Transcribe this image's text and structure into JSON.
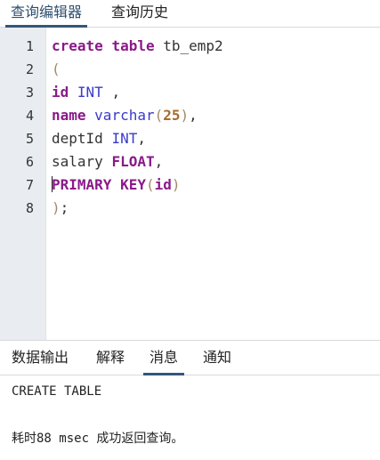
{
  "top_tabs": {
    "query_editor": "查询编辑器",
    "query_history": "查询历史"
  },
  "editor": {
    "line_numbers": [
      "1",
      "2",
      "3",
      "4",
      "5",
      "6",
      "7",
      "8"
    ],
    "lines": {
      "l1": {
        "kw1": "create",
        "sp1": " ",
        "kw2": "table",
        "rest": " tb_emp2"
      },
      "l2": {
        "paren": "("
      },
      "l3": {
        "kw": "id",
        "sp": " ",
        "ty": "INT",
        "rest": " ,"
      },
      "l4": {
        "kw": "name",
        "sp": " ",
        "ty": "varchar",
        "p1": "(",
        "num": "25",
        "p2": ")",
        "rest": ","
      },
      "l5": {
        "plain": "deptId ",
        "ty": "INT",
        "rest": ","
      },
      "l6": {
        "plain": "salary ",
        "kw": "FLOAT",
        "rest": ","
      },
      "l7": {
        "kw": "PRIMARY KEY",
        "p1": "(",
        "kw2": "id",
        "p2": ")"
      },
      "l8": {
        "p1": ")",
        "rest": ";"
      }
    }
  },
  "bottom_tabs": {
    "data_output": "数据输出",
    "explain": "解释",
    "messages": "消息",
    "notifications": "通知"
  },
  "messages": {
    "line1": "CREATE TABLE",
    "line2": "耗时88 msec 成功返回查询。"
  }
}
